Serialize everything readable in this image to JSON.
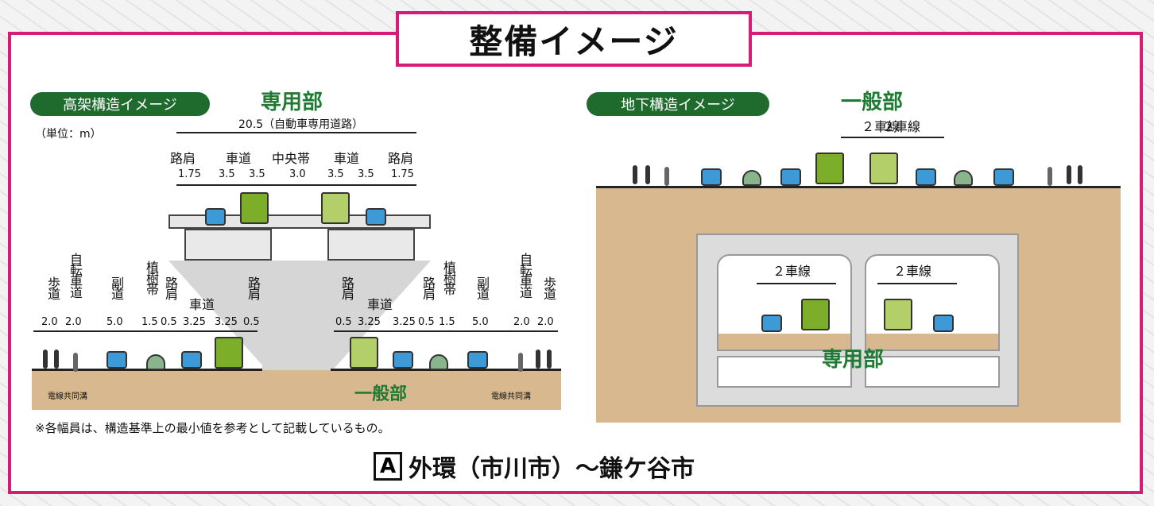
{
  "title": "整備イメージ",
  "left": {
    "badge": "高架構造イメージ",
    "heading": "専用部",
    "unit": "（単位：m）",
    "total": "20.5（自動車専用道路）",
    "upper_labels": [
      "路肩",
      "車道",
      "中央帯",
      "車道",
      "路肩"
    ],
    "upper_values": [
      "1.75",
      "3.5",
      "3.5",
      "3.0",
      "3.5",
      "3.5",
      "1.75"
    ],
    "lower_left_labels": [
      "歩道",
      "自転車道",
      "副道",
      "植樹帯",
      "路肩",
      "車道",
      "路肩"
    ],
    "lower_left_values": [
      "2.0",
      "2.0",
      "5.0",
      "1.5",
      "0.5",
      "3.25",
      "3.25",
      "0.5"
    ],
    "lower_right_labels": [
      "路肩",
      "車道",
      "路肩",
      "植樹帯",
      "副道",
      "自転車道",
      "歩道"
    ],
    "lower_right_values": [
      "0.5",
      "3.25",
      "3.25",
      "0.5",
      "1.5",
      "5.0",
      "2.0",
      "2.0"
    ],
    "ground_label": "一般部",
    "conduit_left": "電線共同溝",
    "conduit_right": "電線共同溝",
    "note": "※各幅員は、構造基準上の最小値を参考として記載しているもの。"
  },
  "right": {
    "badge": "地下構造イメージ",
    "heading": "一般部",
    "lanes_left": "２車線",
    "lanes_right": "２車線",
    "tunnel_left": "２車線",
    "tunnel_right": "２車線",
    "tunnel_label": "専用部"
  },
  "footer": {
    "letter": "A",
    "route": "外環（市川市）〜鎌ケ谷市"
  },
  "colors": {
    "frame": "#d81b75",
    "badge": "#1f6b2e",
    "heading": "#1f7a33",
    "ground": "#d8b88e"
  }
}
